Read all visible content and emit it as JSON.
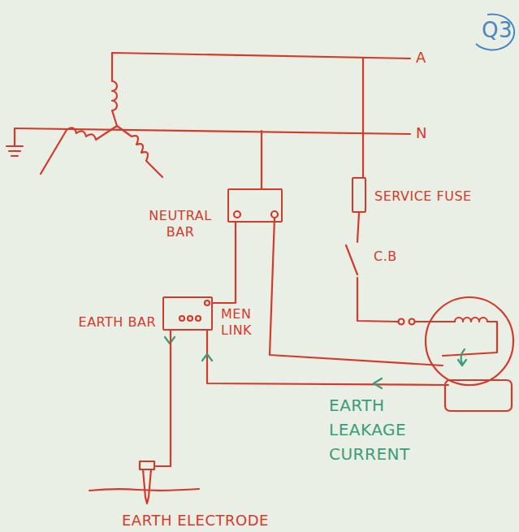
{
  "diagram": {
    "nodes": [
      {
        "text": [
          "SERVICE FUSE"
        ]
      },
      {
        "text": [
          "NEUTRAL BAR"
        ]
      },
      {
        "text": [
          "EARTH BAR"
        ]
      },
      {
        "text": [
          "EARTH ELECTRODE"
        ]
      }
    ],
    "edges": [
      {
        "from": 1,
        "to": 2,
        "label": "MEN LINK",
        "arrow": "none"
      },
      {
        "from": 2,
        "to": 3,
        "arrow": "none"
      }
    ],
    "labels": [
      "Q3",
      "A",
      "N",
      "C.B",
      "EARTH LEAKAGE CURRENT"
    ]
  }
}
